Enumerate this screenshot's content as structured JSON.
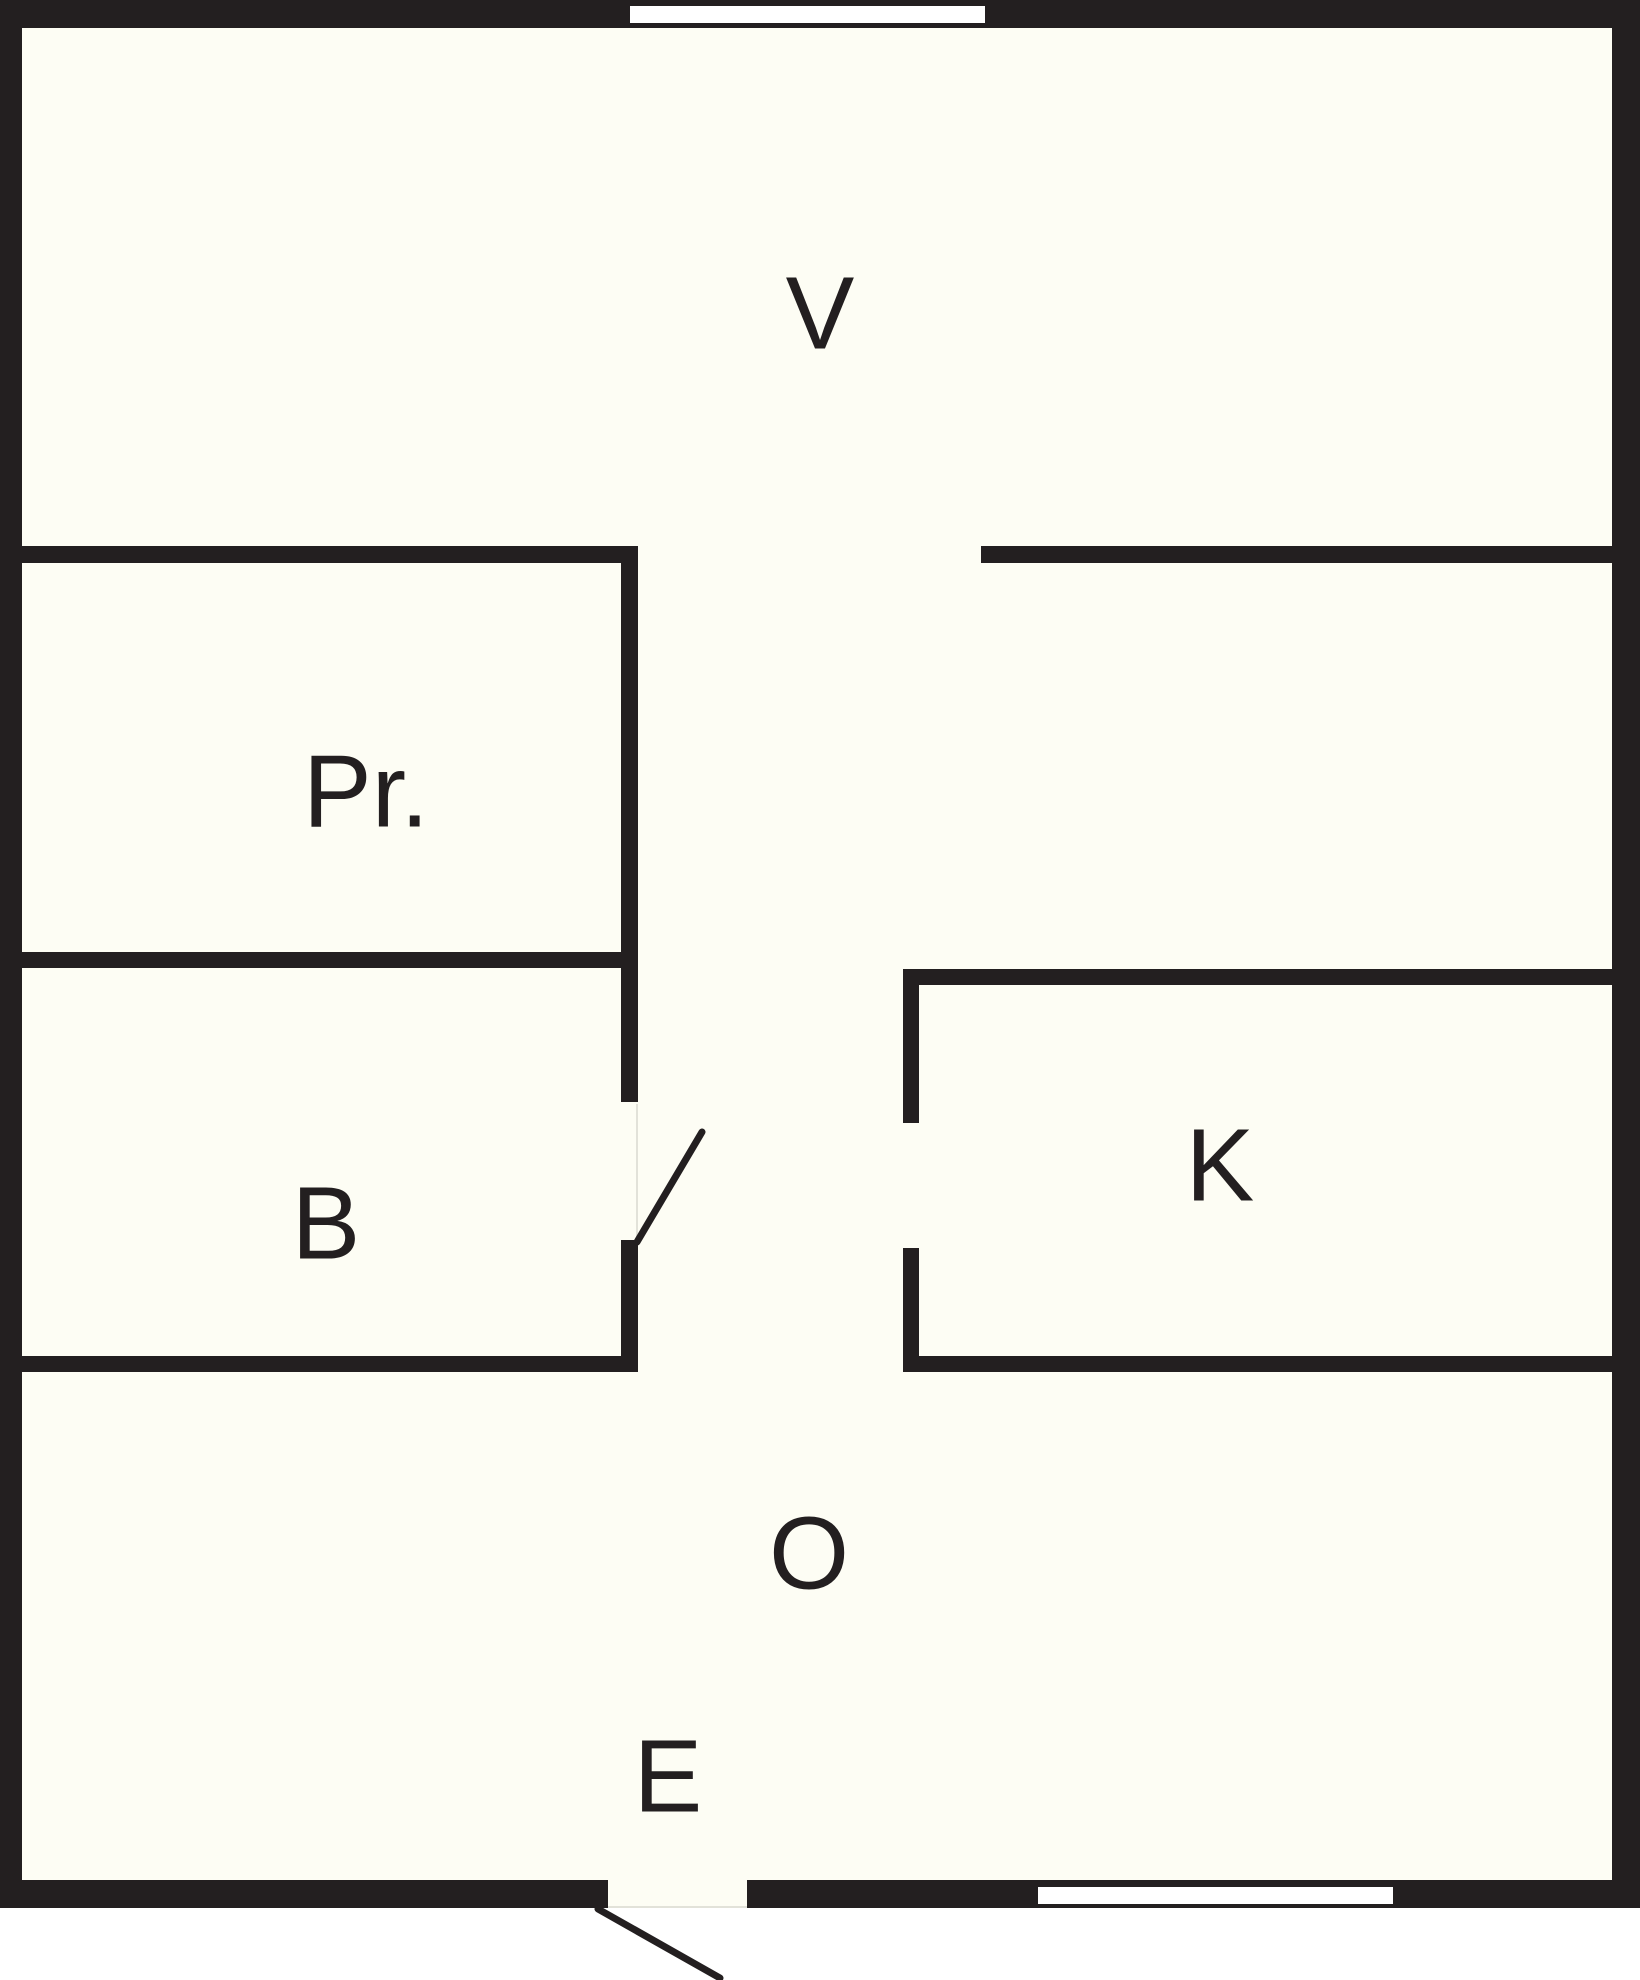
{
  "room_labels": {
    "v": "V",
    "pr": "Pr.",
    "b": "B",
    "k": "K",
    "o": "O",
    "e": "E"
  },
  "colors": {
    "wall": "#231f20",
    "floor": "#fdfdf4",
    "window": "#ffffff",
    "page": "#ffffff"
  }
}
